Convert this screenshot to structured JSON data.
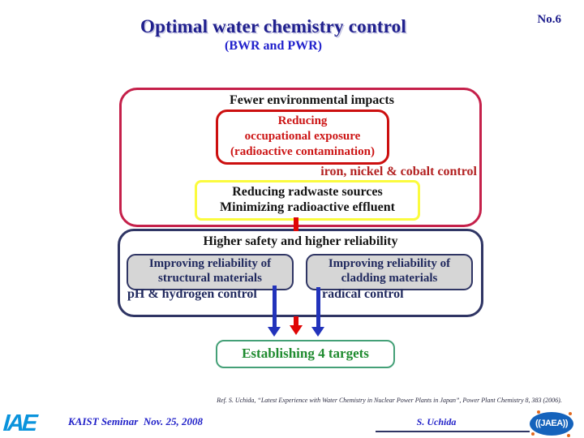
{
  "slide": {
    "number": "No.6",
    "title": "Optimal water chemistry control",
    "subtitle": "(BWR and PWR)"
  },
  "environmental": {
    "heading": "Fewer environmental impacts",
    "occupational": {
      "line1": "Reducing",
      "line2": "occupational exposure",
      "line3": "(radioactive contamination)"
    },
    "note": "iron, nickel & cobalt control",
    "radwaste": {
      "line1": "Reducing radwaste sources",
      "line2": "Minimizing radioactive effluent"
    }
  },
  "safety": {
    "heading": "Higher safety and higher reliability",
    "structural": {
      "line1": "Improving reliability of",
      "line2": "structural materials"
    },
    "cladding": {
      "line1": "Improving reliability of",
      "line2": "cladding materials"
    },
    "structural_note": "pH & hydrogen control",
    "cladding_note": "radical control"
  },
  "targets": {
    "label": "Establishing 4 targets"
  },
  "reference": "Ref. S. Uchida, “Latest Experience with Water Chemistry in Nuclear Power Plants in Japan”, Power Plant Chemistry 8, 383 (2006).",
  "footer": {
    "iae_logo": "IAE",
    "seminar": "KAIST Seminar  Nov. 25, 2008",
    "author": "S. Uchida",
    "jaea_logo": "JAEA"
  },
  "colors": {
    "title_navy": "#20208E",
    "subtitle_blue": "#2121CC",
    "env_border_crimson": "#C5204A",
    "occupational_red": "#CC1414",
    "note_dark_red": "#B32222",
    "radwaste_yellow": "#FBFB3E",
    "safety_border_navy": "#2F3564",
    "inner_box_gray": "#D6D6D6",
    "navy_text": "#20295E",
    "arrow_blue": "#2233BB",
    "arrow_red": "#E00505",
    "targets_border_green": "#44A077",
    "targets_text_green": "#1F8B2F",
    "footer_blue": "#2020C8",
    "iae_logo_blue": "#0A93DC",
    "jaea_logo_blue": "#1563BC"
  }
}
